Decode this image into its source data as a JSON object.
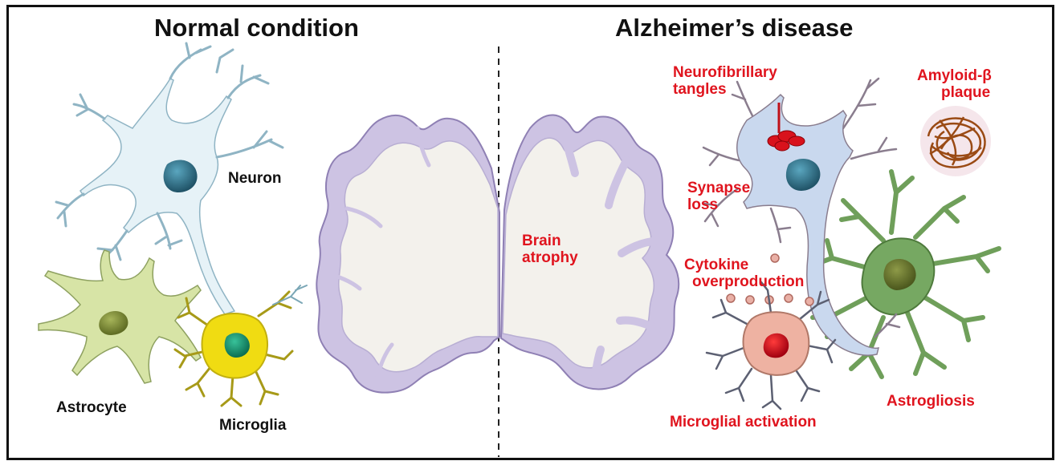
{
  "panels": {
    "left_title": "Normal condition",
    "right_title": "Alzheimer’s disease"
  },
  "labels": {
    "neuron": "Neuron",
    "astrocyte": "Astrocyte",
    "microglia": "Microglia",
    "neurofibrillary_tangles_line1": "Neurofibrillary",
    "neurofibrillary_tangles_line2": "tangles",
    "amyloid_line1": "Amyloid-β",
    "amyloid_line2": "plaque",
    "synapse_line1": "Synapse",
    "synapse_line2": "loss",
    "brain_atrophy_line1": "Brain",
    "brain_atrophy_line2": "atrophy",
    "cytokine_line1": "Cytokine",
    "cytokine_line2": "overproduction",
    "microglial_activation": "Microglial activation",
    "astrogliosis": "Astrogliosis"
  },
  "colors": {
    "label_black": "#111111",
    "label_red": "#e0141e",
    "brain_cortex": "#cdc3e3",
    "brain_white_matter": "#f3f1ec",
    "neuron_normal": "#e6f2f7",
    "neuron_ad": "#c9d8ee",
    "nucleus": "#2d6a80",
    "astrocyte_normal": "#d7e4a6",
    "astrocyte_ad": "#6f9f5a",
    "microglia_normal": "#f0dc12",
    "microglia_ad": "#eeb2a2",
    "tangles": "#d8121c",
    "plaque": "#9a4a14"
  }
}
